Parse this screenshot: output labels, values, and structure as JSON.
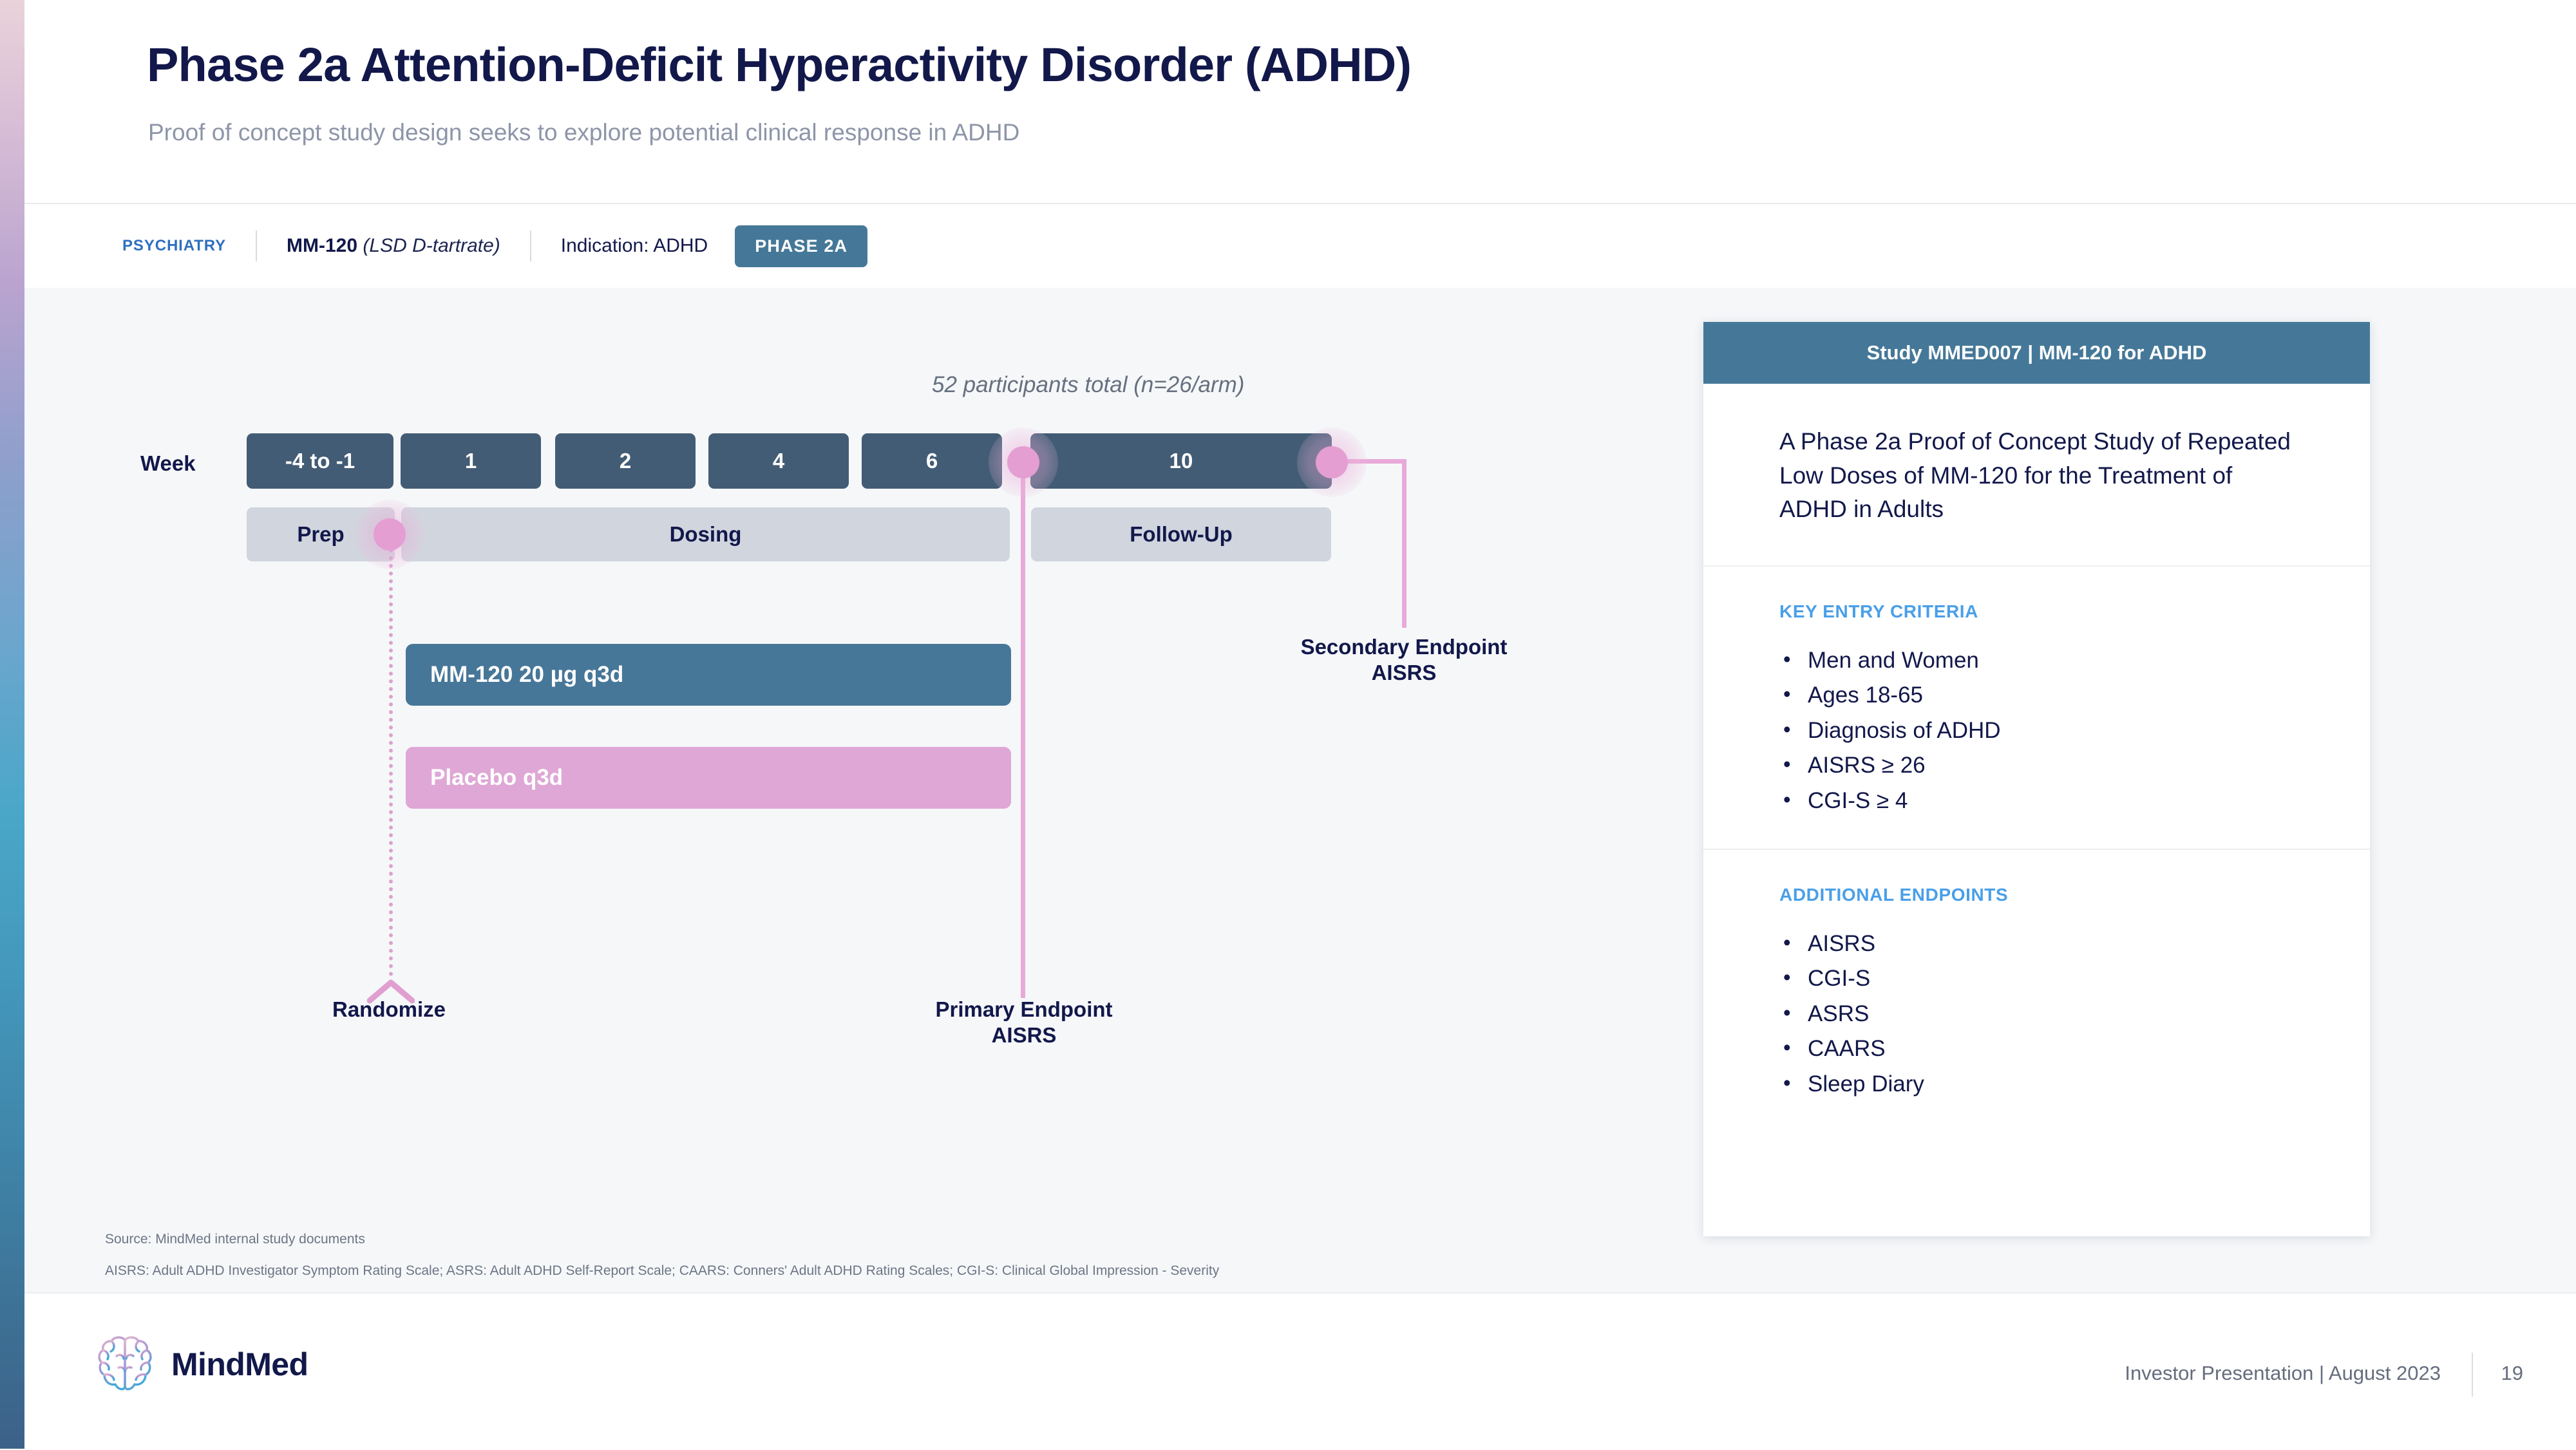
{
  "header": {
    "title": "Phase 2a Attention-Deficit Hyperactivity Disorder (ADHD)",
    "subtitle": "Proof of concept study design seeks to explore potential clinical response in ADHD"
  },
  "breadcrumb": {
    "therapeutic_area": "PSYCHIATRY",
    "drug_name": "MM-120",
    "drug_chemical": "(LSD D-tartrate)",
    "indication": "Indication: ADHD",
    "phase_badge": "PHASE 2A"
  },
  "diagram": {
    "participants_note": "52 participants total (n=26/arm)",
    "week_row_label": "Week",
    "week_boxes": [
      "-4 to -1",
      "1",
      "2",
      "4",
      "6",
      "10"
    ],
    "phase_bands": [
      "Prep",
      "Dosing",
      "Follow-Up"
    ],
    "arms": [
      {
        "label": "MM-120  20 µg q3d",
        "color": "#477798"
      },
      {
        "label": "Placebo q3d",
        "color": "#dfa7d5"
      }
    ],
    "callouts": {
      "randomize": "Randomize",
      "primary_endpoint_line1": "Primary Endpoint",
      "primary_endpoint_line2": "AISRS",
      "secondary_endpoint_line1": "Secondary Endpoint",
      "secondary_endpoint_line2": "AISRS"
    }
  },
  "card": {
    "header": "Study MMED007 | MM-120 for ADHD",
    "description": "A Phase 2a Proof of Concept Study of Repeated Low Doses of MM-120 for the Treatment of ADHD in Adults",
    "entry_criteria_title": "KEY ENTRY CRITERIA",
    "entry_criteria": [
      "Men and Women",
      "Ages 18-65",
      "Diagnosis of ADHD",
      "AISRS ≥ 26",
      "CGI-S ≥ 4"
    ],
    "additional_endpoints_title": "ADDITIONAL ENDPOINTS",
    "additional_endpoints": [
      "AISRS",
      "CGI-S",
      "ASRS",
      "CAARS",
      "Sleep Diary"
    ]
  },
  "notes": {
    "source": "Source: MindMed internal study documents",
    "abbreviations": "AISRS: Adult ADHD Investigator Symptom Rating Scale; ASRS: Adult ADHD Self-Report Scale; CAARS: Conners' Adult ADHD Rating Scales; CGI-S: Clinical Global Impression - Severity"
  },
  "footer": {
    "brand": "MindMed",
    "deck_label": "Investor Presentation | August 2023",
    "page_number": "19"
  },
  "colors": {
    "navy": "#12184a",
    "week_box": "#435c75",
    "band": "#d0d5de",
    "active_arm": "#477798",
    "placebo_arm": "#dfa7d5",
    "accent_blue": "#4a9fe8",
    "badge": "#457898",
    "marker_pink": "#e49ed2"
  }
}
